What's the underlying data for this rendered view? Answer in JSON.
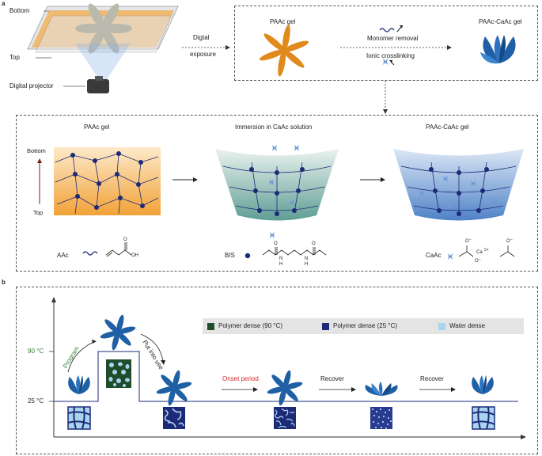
{
  "panel_a": {
    "label": "a",
    "printer": {
      "bottom": "Bottom",
      "top": "Top",
      "projector": "Digital projector",
      "arrow_label_1": "Digtal",
      "arrow_label_2": "exposure"
    },
    "top_box": {
      "paac_gel": "PAAc gel",
      "monomer_removal": "Monomer removal",
      "ionic_crosslinking": "Ionic crosslinking",
      "paac_caac_gel": "PAAc-CaAc gel"
    },
    "bottom_box": {
      "col1_title": "PAAc gel",
      "col2_title": "Immersion in CaAc solution",
      "col3_title": "PAAc-CaAc gel",
      "axis_bottom": "Bottom",
      "axis_top": "Top",
      "legend_aac": "AAc",
      "legend_bis": "BIS",
      "legend_caac": "CaAc",
      "chem_o": "O",
      "chem_oh": "OH",
      "chem_n": "N",
      "chem_h": "H",
      "chem_ca": "Ca",
      "chem_ca_charge": "2+",
      "chem_minus": "−"
    }
  },
  "panel_b": {
    "label": "b",
    "y_90": "90 °C",
    "y_25": "25 °C",
    "program": "Program",
    "put_into_use": "Put into use",
    "onset_period": "Onset period",
    "recover_1": "Recover",
    "recover_2": "Recover",
    "legend": [
      {
        "label": "Polymer dense (90 °C)",
        "color": "#1f4d2b"
      },
      {
        "label": "Polymer dense (25 °C)",
        "color": "#1c2a78"
      },
      {
        "label": "Water dense",
        "color": "#a9d4ee"
      }
    ]
  },
  "colors": {
    "gel_orange": "#e08a1c",
    "gel_blue": "#1f5fa6",
    "network_dot": "#1c2a78",
    "onset_red": "#d9262a",
    "program_green": "#2e7d32",
    "temp_green": "#2e7d32"
  }
}
